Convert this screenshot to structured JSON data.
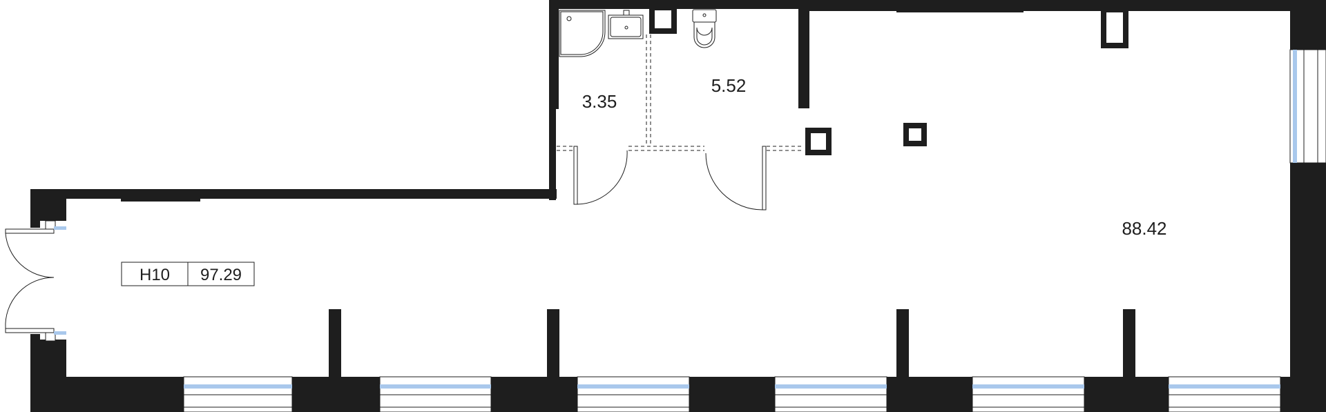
{
  "plan": {
    "unit_id": "H10",
    "total_area": "97.29",
    "rooms": [
      {
        "name": "main-hall",
        "area": "88.42"
      },
      {
        "name": "wc",
        "area": "5.52"
      },
      {
        "name": "shower-room",
        "area": "3.35"
      }
    ],
    "colors": {
      "wall": "#1e1e1e",
      "window": "#a9c8ec",
      "line": "#1e1e1e",
      "background": "#ffffff"
    }
  }
}
